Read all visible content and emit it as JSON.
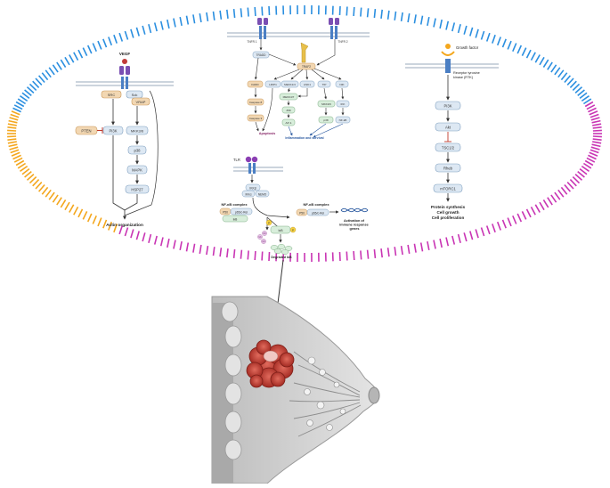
{
  "vegf": {
    "receptor": "VEGF",
    "nodes": {
      "src": "SRC",
      "sck": "Sck",
      "vrap": "VRAP",
      "pten": "PTEN",
      "pi3k": "PI3K",
      "mkk36": "MKK3/6",
      "p38": "p38",
      "mapk": "MAPK",
      "hsp27": "HSP27"
    },
    "outcome": "Actin organization"
  },
  "tnf": {
    "tnfr1": "TNFR 1",
    "tnfr2": "TNFR 2",
    "nodes": {
      "tradd": "TRADD",
      "traf2": "TRAF2",
      "fadd": "FADD",
      "lrip1": "LRIP1",
      "mekk14": "MEKK1/4",
      "ask1": "ASK1",
      "tip": "TIP",
      "nik": "NIK",
      "mekk7": "MEKK4/7",
      "jnk": "JNK",
      "ap1": "AP-1",
      "mkk36": "MKK3/6",
      "p38": "p38",
      "nfkb": "NF-kB",
      "caspase8": "Caspase 8",
      "caspase3": "Caspase 3",
      "ikk": "IKK"
    },
    "apoptosis": "Apoptosis",
    "inflammation": "Inflammation and survival"
  },
  "rtk": {
    "ligand": "Growth factor",
    "receptor": "Receptor tyrosine kinase (RTK)",
    "nodes": {
      "pi3k": "PI3K",
      "akt": "Akt",
      "tsc": "TSC1/2",
      "rheb": "Rheb",
      "mtorc1": "mTORC1"
    },
    "outcomes": [
      "Protein synthesis",
      "Cell growth",
      "Cell proliferation"
    ]
  },
  "tlr": {
    "receptor": "TLR",
    "ikk": "IKKβ",
    "ikka": "IKKα",
    "nemo": "NEMO",
    "complex_label": "NF-κB complex",
    "p50": "P50",
    "p65": "p65/c-Rel",
    "ikb": "IκB",
    "p": "P",
    "ub": "Ub",
    "degraded": "Degraded IκB",
    "activation": "Activation of immune response genes"
  },
  "colors": {
    "blue_arc": "#2b8fe0",
    "orange_arc": "#f4a71d",
    "magenta_arc": "#c935b4",
    "node_fill": "#dde8f3",
    "node_stroke": "#7f9fbf",
    "tan_fill": "#f2d7b2",
    "tan_stroke": "#c9975a",
    "green_fill": "#d8eedb",
    "tumor": "#c9443a",
    "tissue": "#cfcfcf"
  }
}
